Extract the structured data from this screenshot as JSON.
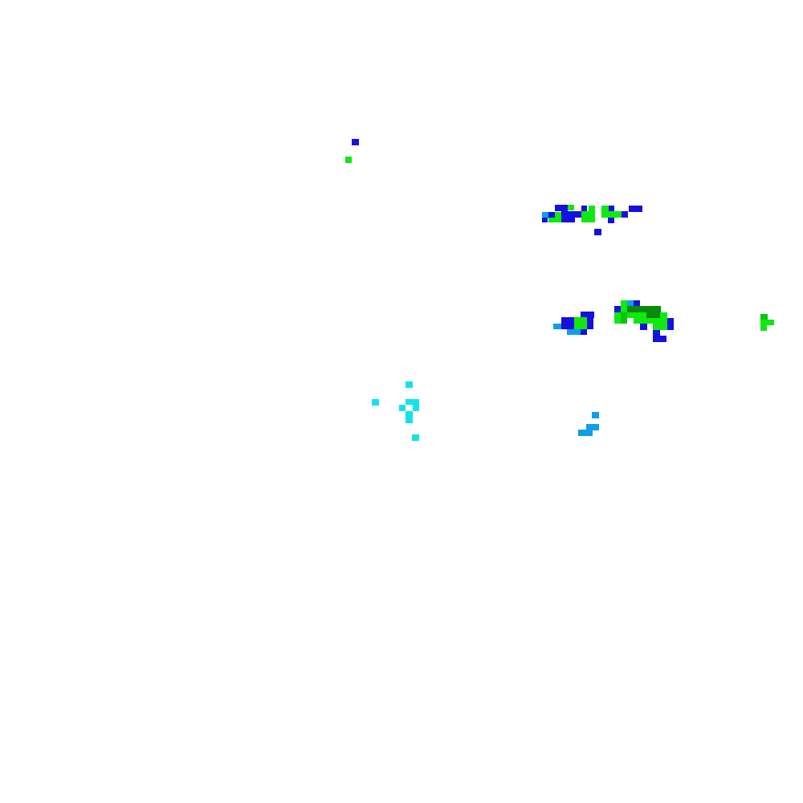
{
  "map": {
    "layer_name": "precipitation-radar-tile",
    "colors": {
      "blue": "#1410e0",
      "green": "#10e810",
      "dark_green": "#0a8a0a",
      "medium_green": "#0cc40c",
      "sky_blue": "#129de8",
      "cyan": "#14e2ea",
      "background": "#ffffff"
    },
    "echo_levels": [
      "cyan",
      "sky_blue",
      "blue",
      "green",
      "medium_green",
      "dark_green"
    ]
  }
}
